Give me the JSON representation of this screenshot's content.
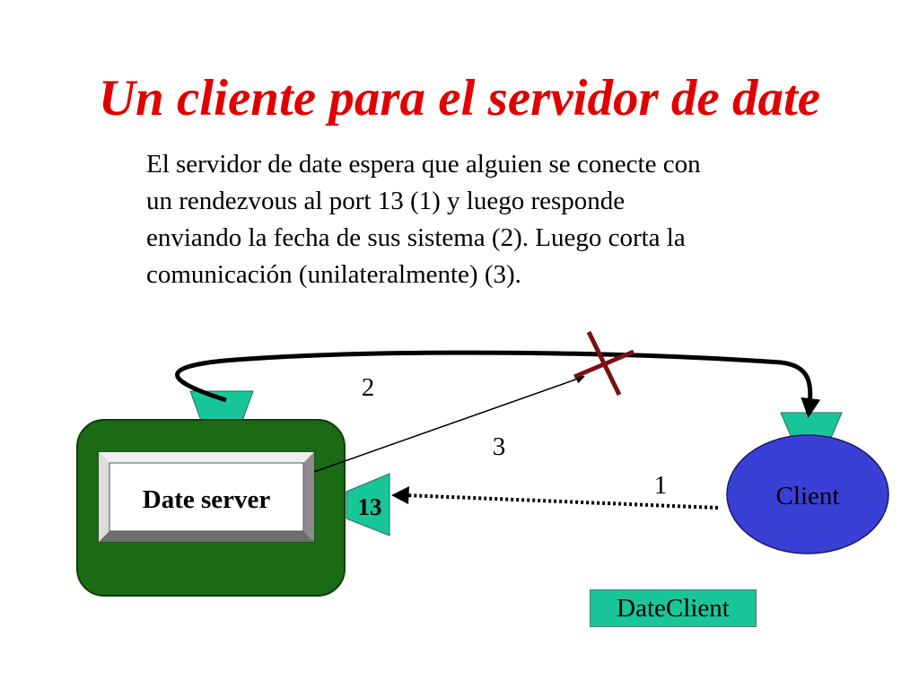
{
  "slide": {
    "title": "Un cliente para el servidor de date",
    "description_lines": [
      "El servidor de date espera que alguien se conecte con",
      "un rendezvous al port 13 (1) y luego responde",
      "enviando la fecha de sus sistema (2). Luego corta la",
      "comunicación (unilateralmente) (3)."
    ]
  },
  "diagram": {
    "server_label": "Date server",
    "port_label": "13",
    "client_label": "Client",
    "step_1": "1",
    "step_2": "2",
    "step_3": "3",
    "dateclient_label": "DateClient"
  },
  "colors": {
    "title": "#e00000",
    "server_outer": "#1a6b13",
    "teal": "#19c69a",
    "client": "#3a40d6",
    "cut_mark": "#7a1212"
  }
}
